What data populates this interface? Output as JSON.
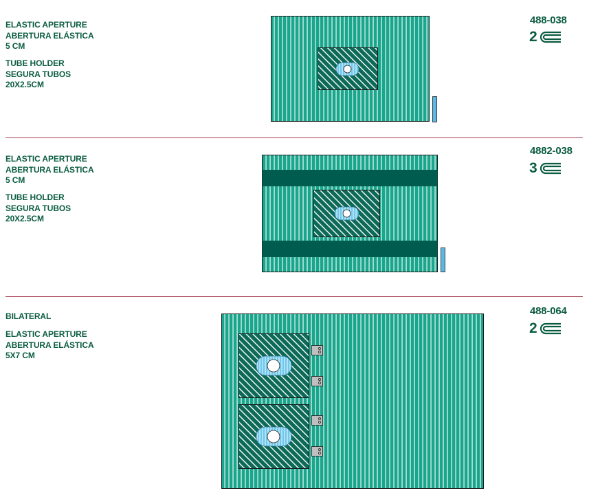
{
  "colors": {
    "drape": "#1aa68c",
    "drape_stripe": "#ffffff",
    "hatch": "#0d6a58",
    "band": "#005c4f",
    "aperture": "#6ec8ec",
    "holder": "#5ab8e6",
    "clip": "#bfbfbf",
    "text": "#0b5c42",
    "divider": "#a33a4c"
  },
  "products": [
    {
      "lines_group1": [
        "ELASTIC APERTURE",
        "ABERTURA ELÁSTICA",
        "5 CM"
      ],
      "lines_group2": [
        "TUBE HOLDER",
        "SEGURA TUBOS",
        "20X2.5CM"
      ],
      "code": "488-038",
      "fold_number": "2",
      "fold_icon": "fold-icon"
    },
    {
      "lines_group1": [
        "ELASTIC APERTURE",
        "ABERTURA ELÁSTICA",
        "5 CM"
      ],
      "lines_group2": [
        "TUBE HOLDER",
        "SEGURA TUBOS",
        "20X2.5CM"
      ],
      "code": "4882-038",
      "fold_number": "3",
      "fold_icon": "fold-icon"
    },
    {
      "lines_group1": [
        "BILATERAL"
      ],
      "lines_group2": [
        "ELASTIC APERTURE",
        "ABERTURA ELÁSTICA",
        "5X7 CM"
      ],
      "code": "488-064",
      "fold_number": "2",
      "fold_icon": "fold-icon"
    }
  ]
}
